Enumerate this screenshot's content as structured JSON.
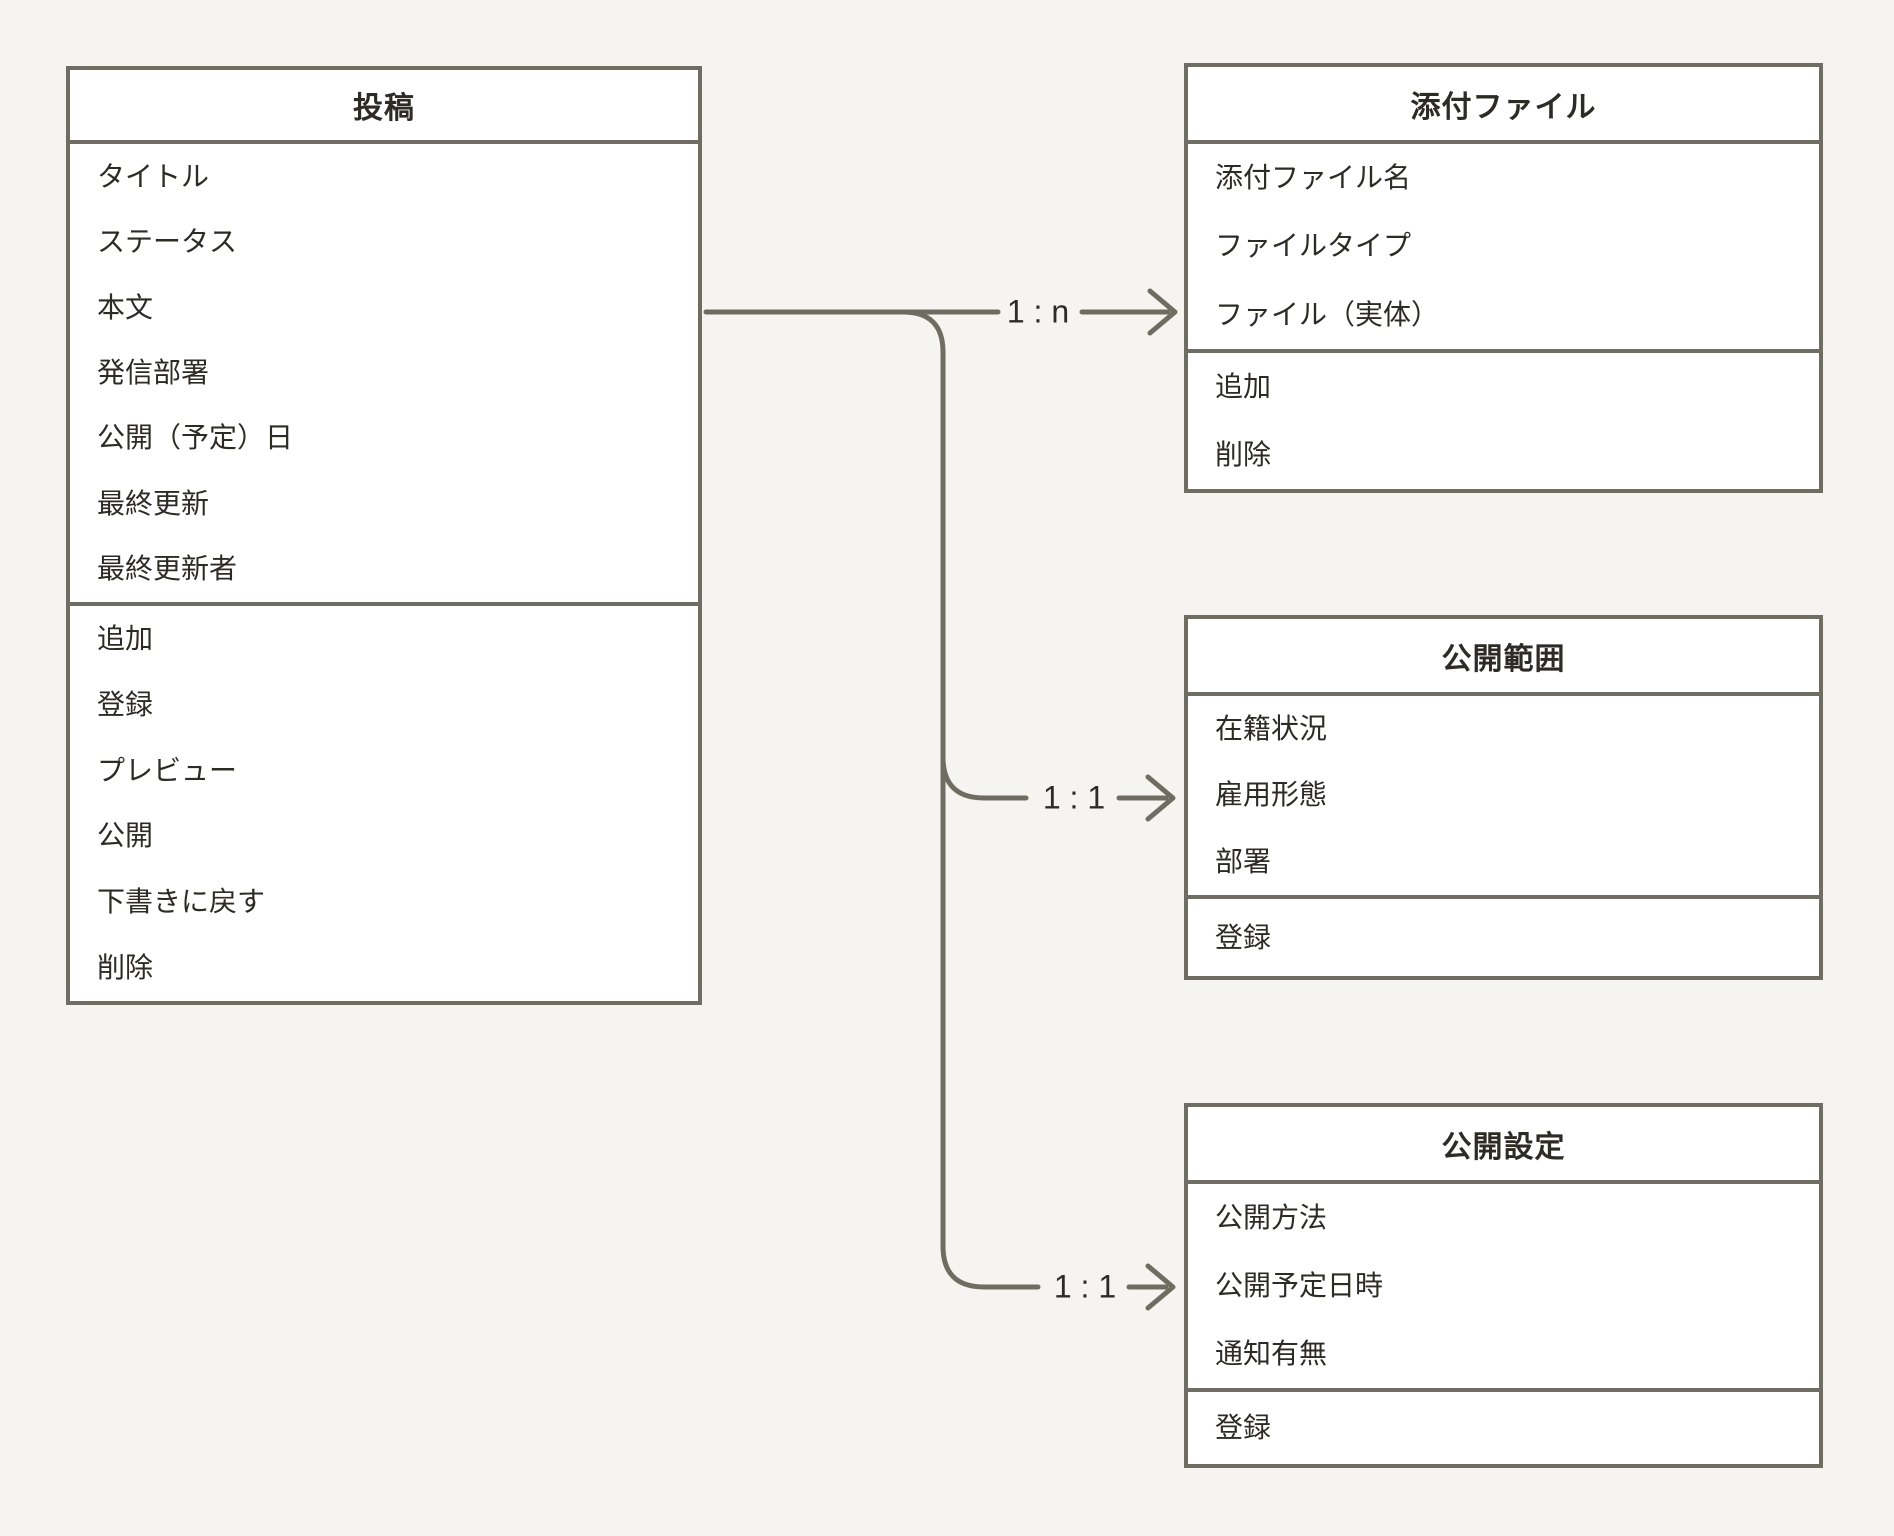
{
  "diagram": {
    "type": "entity-relationship",
    "colors": {
      "line": "#6F6D62",
      "text": "#2D2B26",
      "background": "#F5F4F1",
      "box_fill": "#FFFFFF"
    },
    "entities": [
      {
        "id": "post",
        "title": "投稿",
        "attributes": [
          "タイトル",
          "ステータス",
          "本文",
          "発信部署",
          "公開（予定）日",
          "最終更新",
          "最終更新者"
        ],
        "actions": [
          "追加",
          "登録",
          "プレビュー",
          "公開",
          "下書きに戻す",
          "削除"
        ]
      },
      {
        "id": "attachment",
        "title": "添付ファイル",
        "attributes": [
          "添付ファイル名",
          "ファイルタイプ",
          "ファイル（実体）"
        ],
        "actions": [
          "追加",
          "削除"
        ]
      },
      {
        "id": "scope",
        "title": "公開範囲",
        "attributes": [
          "在籍状況",
          "雇用形態",
          "部署"
        ],
        "actions": [
          "登録"
        ]
      },
      {
        "id": "settings",
        "title": "公開設定",
        "attributes": [
          "公開方法",
          "公開予定日時",
          "通知有無"
        ],
        "actions": [
          "登録"
        ]
      }
    ],
    "relations": [
      {
        "from": "投稿",
        "to": "添付ファイル",
        "label": "1 : n"
      },
      {
        "from": "投稿",
        "to": "公開範囲",
        "label": "1 : 1"
      },
      {
        "from": "投稿",
        "to": "公開設定",
        "label": "1 : 1"
      }
    ]
  }
}
